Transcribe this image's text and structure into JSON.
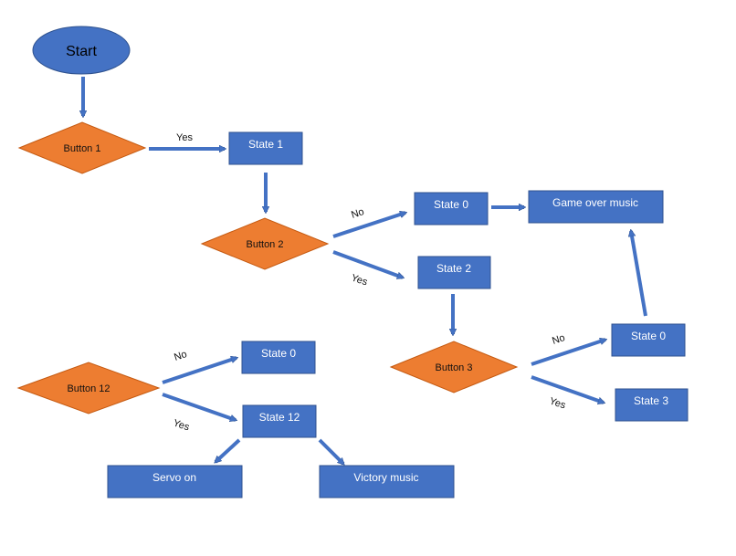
{
  "colors": {
    "process_fill": "#4472C4",
    "process_stroke": "#2F528F",
    "decision_fill": "#ED7D31",
    "decision_stroke": "#C55A11",
    "arrow": "#4472C4",
    "arrow_stroke": "#2F528F"
  },
  "start": {
    "label": "Start"
  },
  "decisions": {
    "button1": "Button 1",
    "button2": "Button 2",
    "button3": "Button 3",
    "button12": "Button 12"
  },
  "states": {
    "state1": "State 1",
    "state0_top": "State 0",
    "game_over_music": "Game over music",
    "state2": "State 2",
    "state0_right": "State 0",
    "state3": "State 3",
    "state0_left": "State 0",
    "state12": "State 12",
    "servo_on": "Servo on",
    "victory_music": "Victory music"
  },
  "edge_labels": {
    "b1_yes": "Yes",
    "b2_no": "No",
    "b2_yes": "Yes",
    "b3_no": "No",
    "b3_yes": "Yes",
    "b12_no": "No",
    "b12_yes": "Yes"
  }
}
